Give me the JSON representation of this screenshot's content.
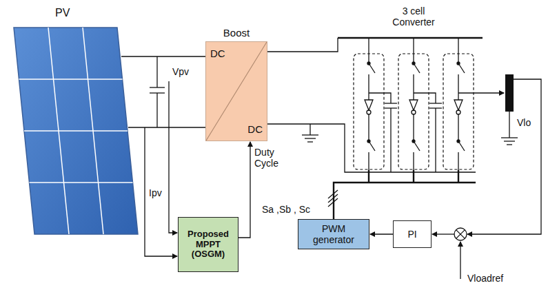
{
  "diagram": {
    "nodes": [
      {
        "text": [
          "Boost",
          "DC",
          "DC"
        ]
      },
      {
        "text": [
          "Proposed MPPT (OSGM)"
        ]
      },
      {
        "text": [
          "PWM generator"
        ]
      },
      {
        "text": [
          "PI"
        ]
      }
    ],
    "edges": [
      {
        "from": 1,
        "to": 0,
        "arrow": "to",
        "label": "Duty Cycle"
      },
      {
        "from": 3,
        "to": 2,
        "arrow": "to"
      }
    ],
    "labels": [
      "PV",
      "Vpv",
      "Ipv",
      "3 cell Converter",
      "Sa ,Sb , Sc",
      "Vlo",
      "Vloadref"
    ]
  }
}
